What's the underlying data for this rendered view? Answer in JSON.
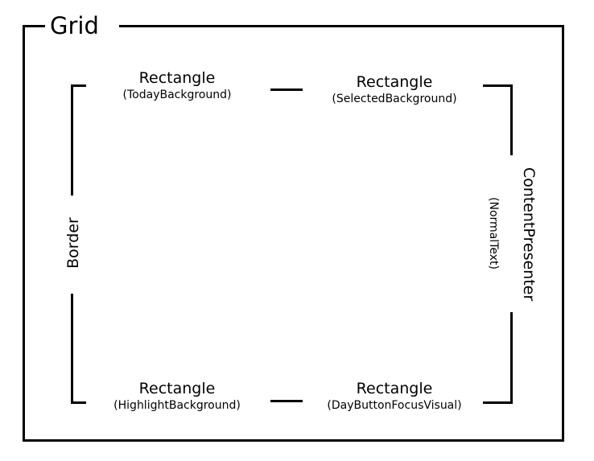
{
  "diagram": {
    "type": "visual-tree-structure",
    "title": "Grid",
    "background_color": "#ffffff",
    "line_color": "#000000",
    "nodes": {
      "top_left": {
        "name": "Rectangle",
        "state": "(TodayBackground)"
      },
      "top_right": {
        "name": "Rectangle",
        "state": "(SelectedBackground)"
      },
      "bottom_left": {
        "name": "Rectangle",
        "state": "(HighlightBackground)"
      },
      "bottom_right": {
        "name": "Rectangle",
        "state": "(DayButtonFocusVisual)"
      },
      "left_side": {
        "name": "Border",
        "state": ""
      },
      "right_side": {
        "name": "ContentPresenter",
        "state": "(NormalText)"
      }
    }
  }
}
